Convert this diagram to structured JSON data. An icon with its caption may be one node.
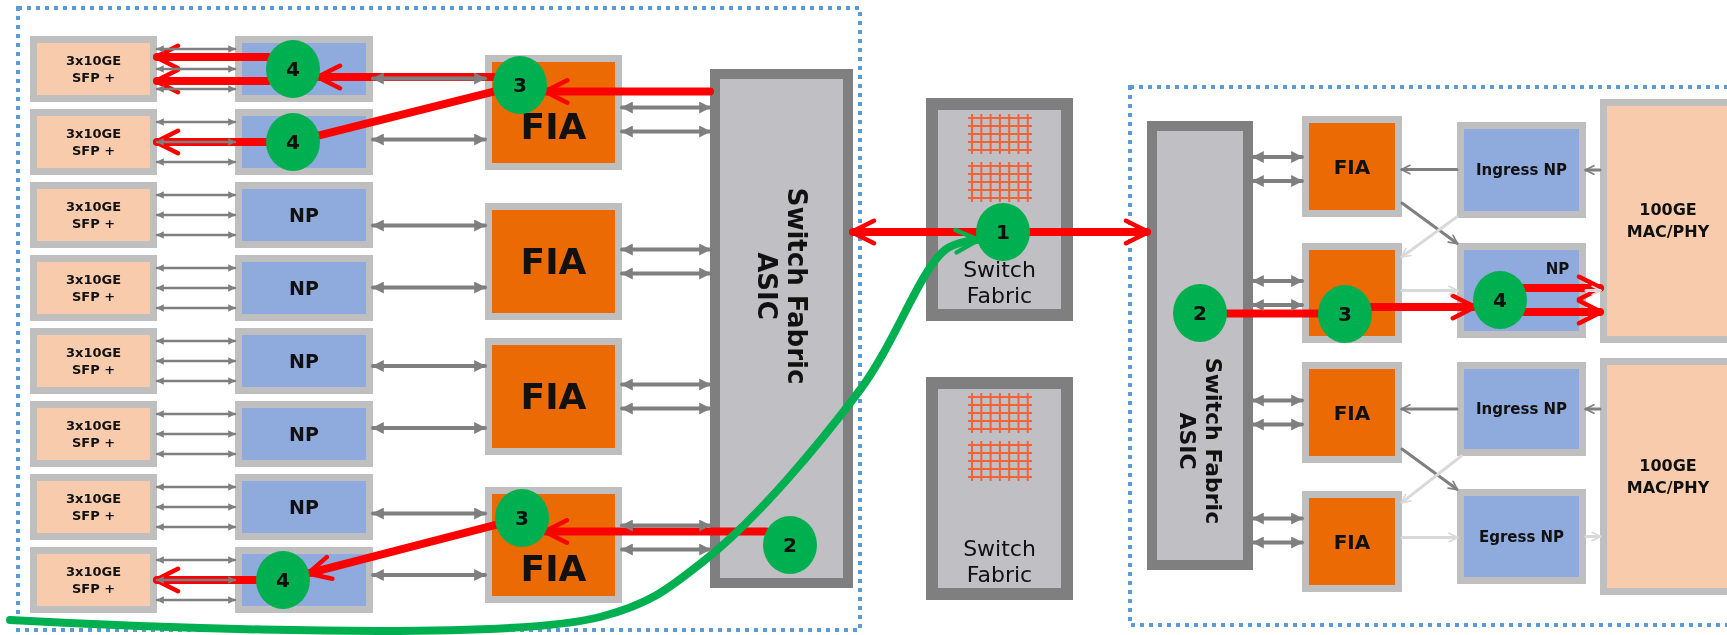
{
  "diagram": {
    "nodes": [
      {
        "text": [
          "3x10GE SFP +"
        ]
      },
      {
        "text": [
          "3x10GE SFP +"
        ]
      },
      {
        "text": [
          "3x10GE SFP +"
        ]
      },
      {
        "text": [
          "3x10GE SFP +"
        ]
      },
      {
        "text": [
          "3x10GE SFP +"
        ]
      },
      {
        "text": [
          "3x10GE SFP +"
        ]
      },
      {
        "text": [
          "3x10GE SFP +"
        ]
      },
      {
        "text": [
          "3x10GE SFP +"
        ]
      },
      {
        "text": [],
        "shape": "box"
      },
      {
        "text": [],
        "shape": "box"
      },
      {
        "text": [
          "NP"
        ]
      },
      {
        "text": [
          "NP"
        ]
      },
      {
        "text": [
          "NP"
        ]
      },
      {
        "text": [
          "NP"
        ]
      },
      {
        "text": [
          "NP"
        ]
      },
      {
        "text": [],
        "shape": "box"
      },
      {
        "text": [
          "FIA"
        ]
      },
      {
        "text": [
          "FIA"
        ]
      },
      {
        "text": [
          "FIA"
        ]
      },
      {
        "text": [
          "FIA"
        ]
      },
      {
        "text": [
          "Switch Fabric ASIC"
        ]
      },
      {
        "text": [
          "Switch Fabric"
        ]
      },
      {
        "text": [
          "Switch Fabric"
        ]
      },
      {
        "text": [
          "Switch Fabric ASIC"
        ]
      },
      {
        "text": [
          "FIA"
        ]
      },
      {
        "text": [],
        "shape": "box"
      },
      {
        "text": [
          "FIA"
        ]
      },
      {
        "text": [
          "FIA"
        ]
      },
      {
        "text": [
          "Ingress NP"
        ]
      },
      {
        "text": [
          "NP"
        ]
      },
      {
        "text": [
          "Ingress NP"
        ]
      },
      {
        "text": [
          "Egress NP"
        ]
      },
      {
        "text": [
          "100GE MAC/PHY"
        ]
      },
      {
        "text": [
          "100GE MAC/PHY"
        ]
      },
      {
        "text": [
          "4"
        ],
        "in": 8
      },
      {
        "text": [
          "4"
        ],
        "in": 9
      },
      {
        "text": [
          "3"
        ],
        "in": 16
      },
      {
        "text": [
          "2"
        ],
        "in": 20
      },
      {
        "text": [
          "3"
        ],
        "in": 19
      },
      {
        "text": [
          "4"
        ],
        "in": 15
      },
      {
        "text": [
          "1"
        ],
        "in": 21
      },
      {
        "text": [
          "2"
        ],
        "in": 23
      },
      {
        "text": [
          "3"
        ],
        "in": 25
      },
      {
        "text": [
          "4"
        ],
        "in": 29
      }
    ],
    "edges": [
      {
        "from": 0,
        "to": 8,
        "arrow": "both"
      },
      {
        "from": 0,
        "to": 8,
        "arrow": "both"
      },
      {
        "from": 0,
        "to": 8,
        "arrow": "both"
      },
      {
        "from": 1,
        "to": 9,
        "arrow": "both"
      },
      {
        "from": 1,
        "to": 9,
        "arrow": "both"
      },
      {
        "from": 1,
        "to": 9,
        "arrow": "both"
      },
      {
        "from": 2,
        "to": 10,
        "arrow": "both"
      },
      {
        "from": 2,
        "to": 10,
        "arrow": "both"
      },
      {
        "from": 2,
        "to": 10,
        "arrow": "both"
      },
      {
        "from": 3,
        "to": 11,
        "arrow": "both"
      },
      {
        "from": 3,
        "to": 11,
        "arrow": "both"
      },
      {
        "from": 3,
        "to": 11,
        "arrow": "both"
      },
      {
        "from": 4,
        "to": 12,
        "arrow": "both"
      },
      {
        "from": 4,
        "to": 12,
        "arrow": "both"
      },
      {
        "from": 4,
        "to": 12,
        "arrow": "both"
      },
      {
        "from": 5,
        "to": 13,
        "arrow": "both"
      },
      {
        "from": 5,
        "to": 13,
        "arrow": "both"
      },
      {
        "from": 5,
        "to": 13,
        "arrow": "both"
      },
      {
        "from": 6,
        "to": 14,
        "arrow": "both"
      },
      {
        "from": 6,
        "to": 14,
        "arrow": "both"
      },
      {
        "from": 6,
        "to": 14,
        "arrow": "both"
      },
      {
        "from": 7,
        "to": 15,
        "arrow": "both"
      },
      {
        "from": 7,
        "to": 15,
        "arrow": "both"
      },
      {
        "from": 7,
        "to": 15,
        "arrow": "both"
      },
      {
        "from": 8,
        "to": 16,
        "arrow": "both"
      },
      {
        "from": 9,
        "to": 16,
        "arrow": "both"
      },
      {
        "from": 10,
        "to": 17,
        "arrow": "both"
      },
      {
        "from": 11,
        "to": 17,
        "arrow": "both"
      },
      {
        "from": 12,
        "to": 18,
        "arrow": "both"
      },
      {
        "from": 13,
        "to": 18,
        "arrow": "both"
      },
      {
        "from": 14,
        "to": 19,
        "arrow": "both"
      },
      {
        "from": 15,
        "to": 19,
        "arrow": "both"
      },
      {
        "from": 16,
        "to": 20,
        "arrow": "both"
      },
      {
        "from": 16,
        "to": 20,
        "arrow": "both"
      },
      {
        "from": 17,
        "to": 20,
        "arrow": "both"
      },
      {
        "from": 17,
        "to": 20,
        "arrow": "both"
      },
      {
        "from": 18,
        "to": 20,
        "arrow": "both"
      },
      {
        "from": 18,
        "to": 20,
        "arrow": "both"
      },
      {
        "from": 19,
        "to": 20,
        "arrow": "both"
      },
      {
        "from": 19,
        "to": 20,
        "arrow": "both"
      },
      {
        "from": 23,
        "to": 24,
        "arrow": "both"
      },
      {
        "from": 23,
        "to": 24,
        "arrow": "both"
      },
      {
        "from": 23,
        "to": 25,
        "arrow": "both"
      },
      {
        "from": 23,
        "to": 25,
        "arrow": "both"
      },
      {
        "from": 23,
        "to": 26,
        "arrow": "both"
      },
      {
        "from": 23,
        "to": 26,
        "arrow": "both"
      },
      {
        "from": 23,
        "to": 27,
        "arrow": "both"
      },
      {
        "from": 23,
        "to": 27,
        "arrow": "both"
      },
      {
        "from": 28,
        "to": 24,
        "arrow": "to"
      },
      {
        "from": 24,
        "to": 29,
        "arrow": "to"
      },
      {
        "from": 28,
        "to": 25,
        "arrow": "to",
        "color": "#d9d9d9"
      },
      {
        "from": 25,
        "to": 29,
        "arrow": "to",
        "color": "#d9d9d9"
      },
      {
        "from": 32,
        "to": 28,
        "arrow": "to"
      },
      {
        "from": 29,
        "to": 32,
        "arrow": "to",
        "color": "#d9d9d9"
      },
      {
        "from": 30,
        "to": 26,
        "arrow": "to"
      },
      {
        "from": 26,
        "to": 31,
        "arrow": "to"
      },
      {
        "from": 30,
        "to": 27,
        "arrow": "to",
        "color": "#d9d9d9"
      },
      {
        "from": 27,
        "to": 31,
        "arrow": "to",
        "color": "#d9d9d9"
      },
      {
        "from": 33,
        "to": 30,
        "arrow": "to"
      },
      {
        "from": 31,
        "to": 33,
        "arrow": "to",
        "color": "#d9d9d9"
      },
      {
        "from": 40,
        "to": 20,
        "arrow": "to",
        "style": "thick",
        "color": "#ff0000"
      },
      {
        "from": 20,
        "to": 36,
        "arrow": "to",
        "style": "thick",
        "color": "#ff0000"
      },
      {
        "from": 36,
        "to": 34,
        "arrow": "to",
        "style": "thick",
        "color": "#ff0000"
      },
      {
        "from": 34,
        "to": 0,
        "arrow": "to",
        "style": "thick",
        "color": "#ff0000"
      },
      {
        "from": 34,
        "to": 0,
        "arrow": "to",
        "style": "thick",
        "color": "#ff0000"
      },
      {
        "from": 36,
        "to": 35,
        "arrow": "none",
        "style": "thick",
        "color": "#ff0000"
      },
      {
        "from": 35,
        "to": 1,
        "arrow": "to",
        "style": "thick",
        "color": "#ff0000"
      },
      {
        "from": 37,
        "to": 38,
        "arrow": "to",
        "style": "thick",
        "color": "#ff0000"
      },
      {
        "from": 38,
        "to": 39,
        "arrow": "to",
        "style": "thick",
        "color": "#ff0000"
      },
      {
        "from": 39,
        "to": 7,
        "arrow": "to",
        "style": "thick",
        "color": "#ff0000"
      },
      {
        "from": 40,
        "to": 23,
        "arrow": "to",
        "style": "thick",
        "color": "#ff0000"
      },
      {
        "from": 41,
        "to": 42,
        "arrow": "none",
        "style": "thick",
        "color": "#ff0000"
      },
      {
        "from": 42,
        "to": 43,
        "arrow": "to",
        "style": "thick",
        "color": "#ff0000"
      },
      {
        "from": 43,
        "to": 32,
        "arrow": "to",
        "style": "thick",
        "color": "#ff0000"
      },
      {
        "from": 43,
        "to": 32,
        "arrow": "to",
        "style": "thick",
        "color": "#ff0000"
      },
      {
        "from": null,
        "to": 40,
        "arrow": "to",
        "style": "thick",
        "color": "#00b050"
      }
    ]
  }
}
